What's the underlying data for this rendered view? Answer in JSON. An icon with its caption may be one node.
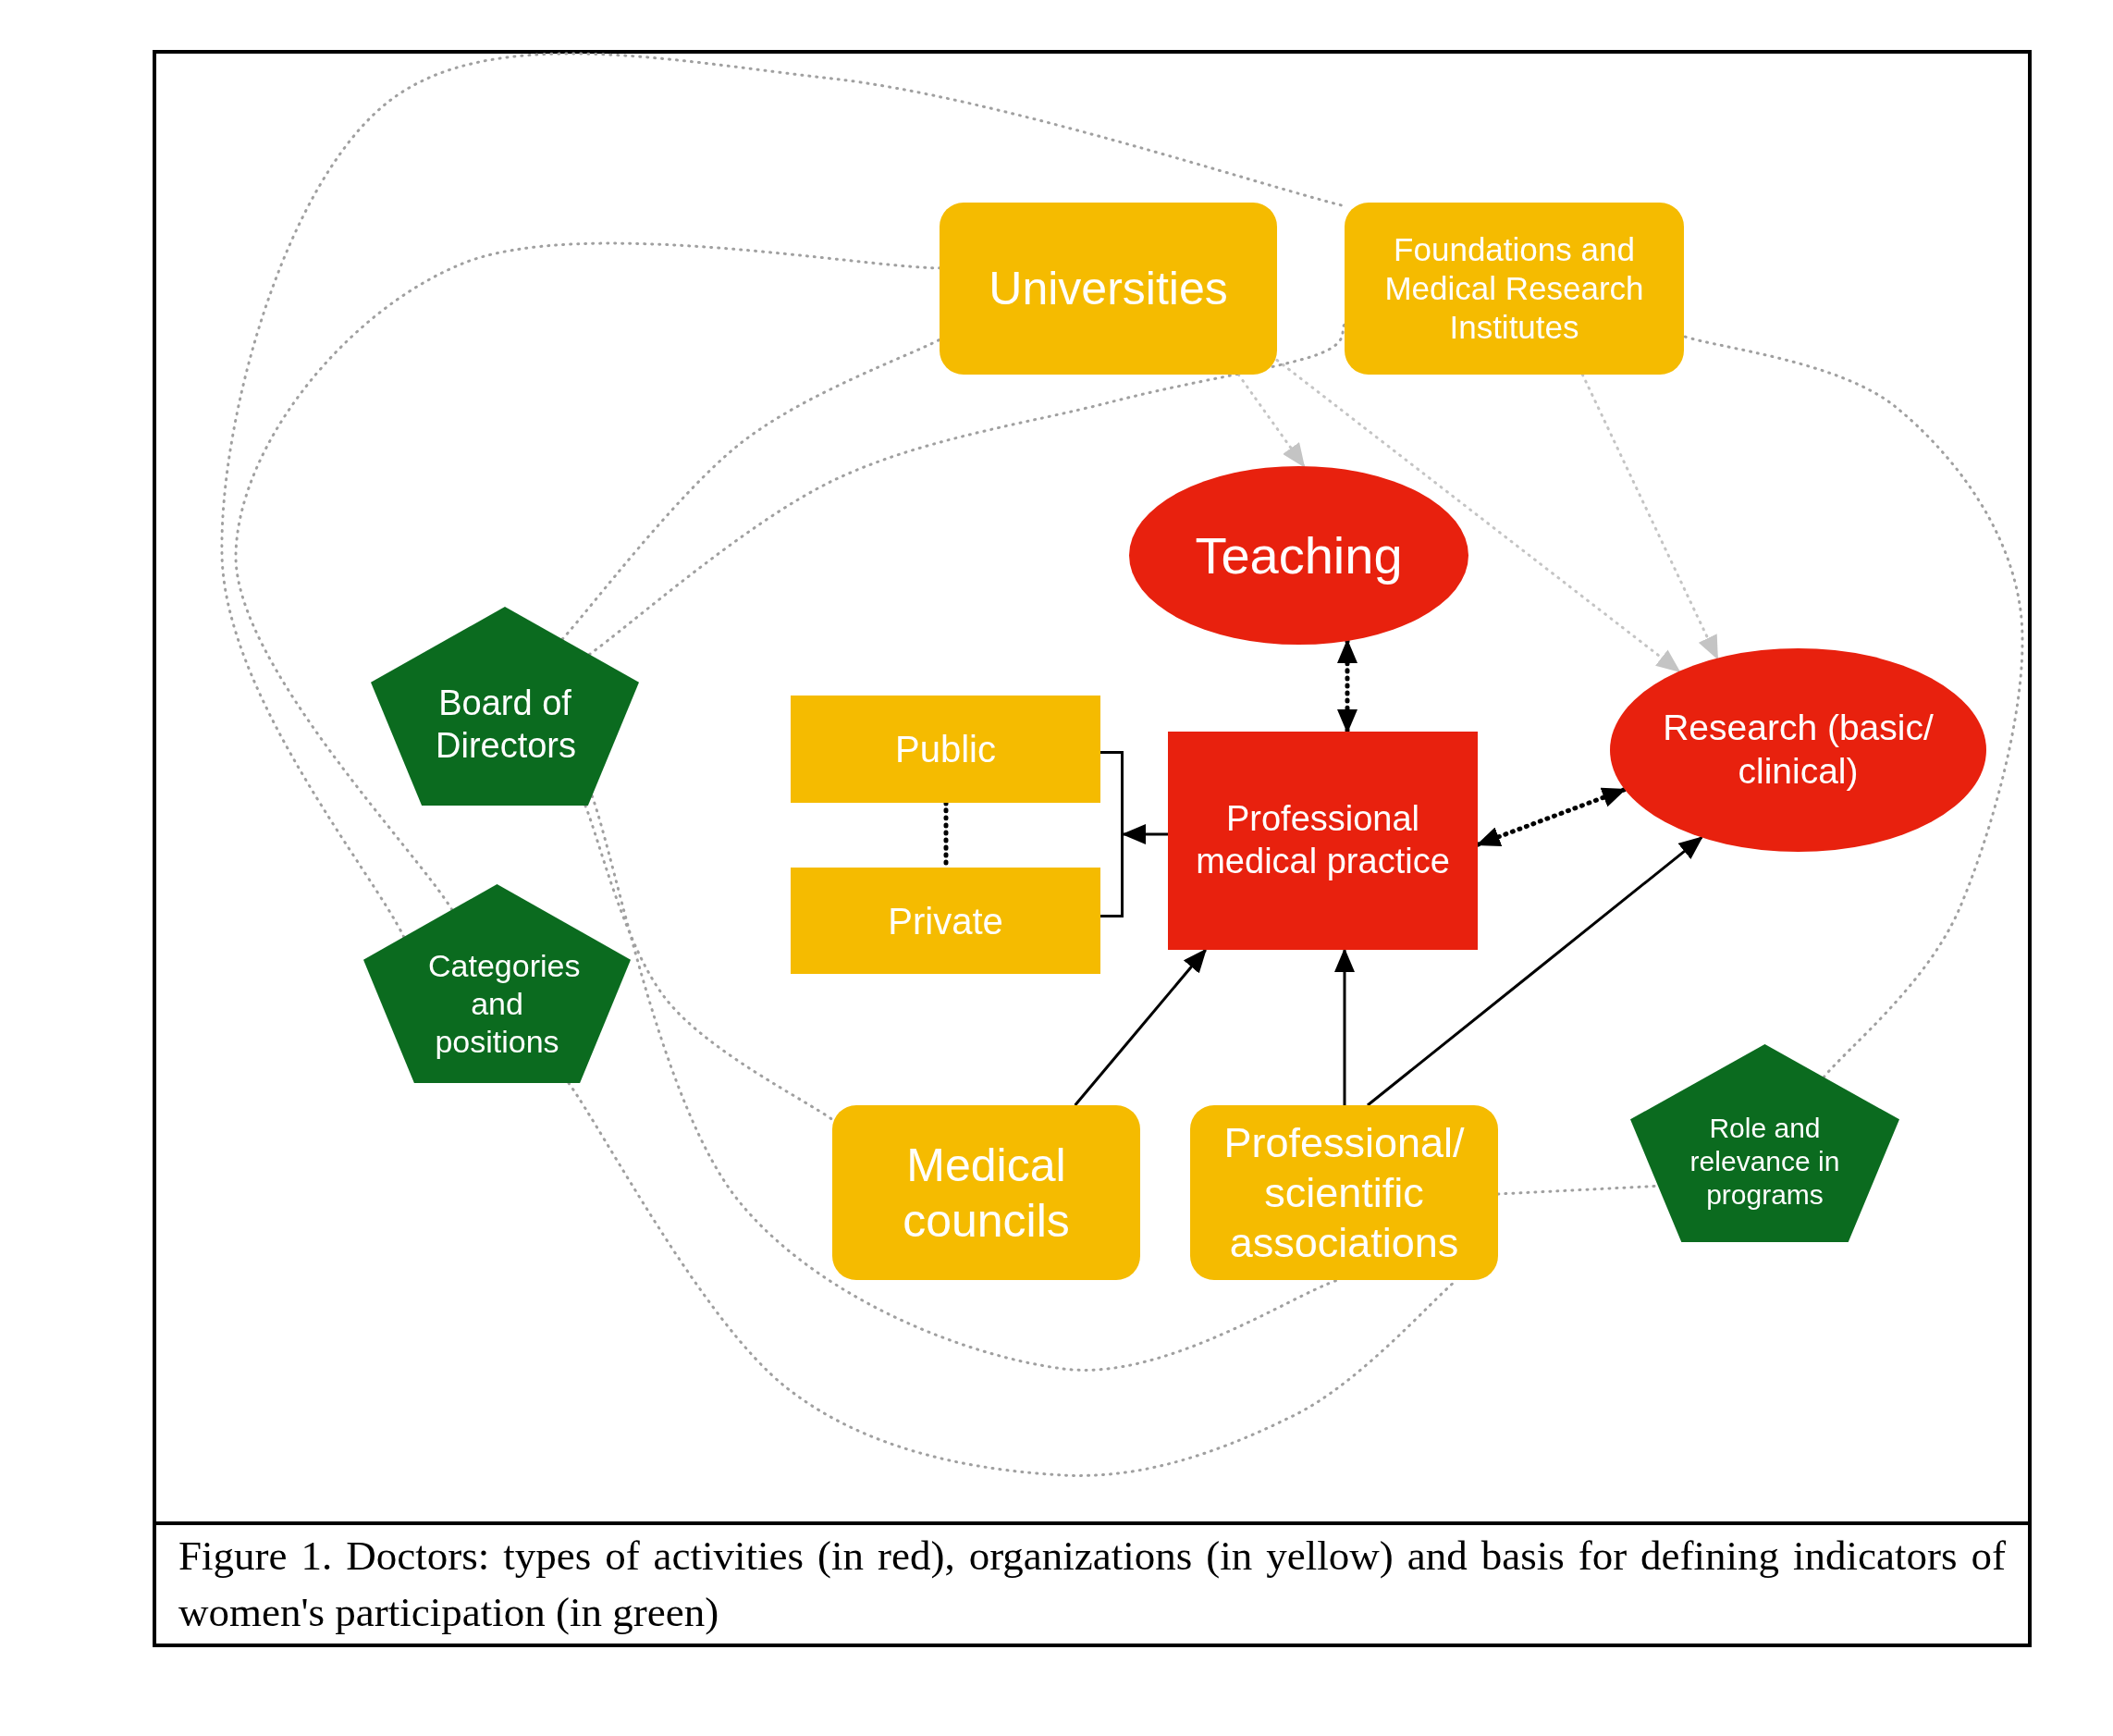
{
  "diagram": {
    "caption": "Figure 1. Doctors: types of activities (in red), organizations (in yellow) and basis for defining indicators of women's participation (in green)",
    "nodes": [
      {
        "text": [
          "Universities"
        ]
      },
      {
        "text": [
          "Foundations and Medical Research Institutes"
        ]
      },
      {
        "text": [
          "Teaching"
        ]
      },
      {
        "text": [
          "Research (basic/ clinical)"
        ]
      },
      {
        "text": [
          "Board of Directors"
        ]
      },
      {
        "text": [
          "Public"
        ]
      },
      {
        "text": [
          "Private"
        ]
      },
      {
        "text": [
          "Professional medical practice"
        ]
      },
      {
        "text": [
          "Categories and positions"
        ]
      },
      {
        "text": [
          "Medical councils"
        ]
      },
      {
        "text": [
          "Professional/ scientific associations"
        ]
      },
      {
        "text": [
          "Role and relevance in programs"
        ]
      },
      {
        "text": [],
        "shape": "bracket"
      }
    ],
    "edges": [
      {
        "from": 0,
        "to": 2,
        "arrow": "to",
        "style": "dashed",
        "color": "#c4c4c4"
      },
      {
        "from": 0,
        "to": 3,
        "arrow": "to",
        "style": "dashed",
        "color": "#c4c4c4"
      },
      {
        "from": 1,
        "to": 3,
        "arrow": "to",
        "style": "dashed",
        "color": "#c4c4c4"
      },
      {
        "from": 2,
        "to": 7,
        "arrow": "both",
        "style": "dashed",
        "color": "#000000"
      },
      {
        "from": 7,
        "to": 3,
        "arrow": "both",
        "style": "dashed",
        "color": "#000000"
      },
      {
        "from": 7,
        "to": 12,
        "arrow": "to",
        "color": "#000000"
      },
      {
        "from": 5,
        "to": 6,
        "arrow": "none",
        "style": "dashed",
        "color": "#000000"
      },
      {
        "from": 9,
        "to": 7,
        "arrow": "to",
        "color": "#000000"
      },
      {
        "from": 10,
        "to": 7,
        "arrow": "to",
        "color": "#000000"
      },
      {
        "from": 10,
        "to": 3,
        "arrow": "to",
        "color": "#000000"
      },
      {
        "from": 10,
        "to": 11,
        "arrow": "none",
        "style": "dashed",
        "color": "#a0a0a0"
      },
      {
        "from": 4,
        "to": 0,
        "arrow": "none",
        "style": "dashed",
        "color": "#a0a0a0"
      },
      {
        "from": 4,
        "to": 1,
        "arrow": "none",
        "style": "dashed",
        "color": "#a0a0a0"
      },
      {
        "from": 4,
        "to": 9,
        "arrow": "none",
        "style": "dashed",
        "color": "#a0a0a0"
      },
      {
        "from": 4,
        "to": 10,
        "arrow": "none",
        "style": "dashed",
        "color": "#a0a0a0"
      },
      {
        "from": 8,
        "to": 0,
        "arrow": "none",
        "style": "dashed",
        "color": "#a0a0a0"
      },
      {
        "from": 8,
        "to": 1,
        "arrow": "none",
        "style": "dashed",
        "color": "#a0a0a0"
      },
      {
        "from": 8,
        "to": 10,
        "arrow": "none",
        "style": "dashed",
        "color": "#a0a0a0"
      },
      {
        "from": 11,
        "to": 1,
        "arrow": "none",
        "style": "dashed",
        "color": "#a0a0a0"
      }
    ]
  }
}
